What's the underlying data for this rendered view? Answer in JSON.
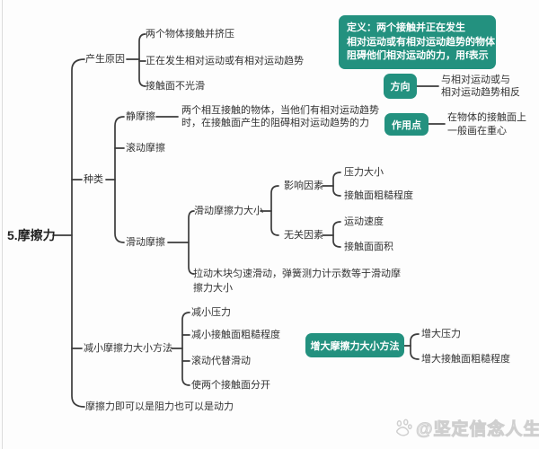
{
  "accent_color": "#23917f",
  "line_color": "#3b3b3b",
  "root": {
    "label": "5.摩擦力"
  },
  "causes": {
    "label": "产生原因",
    "children": [
      "两个物体接触并挤压",
      "正在发生相对运动或有相对运动趋势",
      "接触面不光滑"
    ]
  },
  "types": {
    "label": "种类",
    "static_friction": {
      "label": "静摩擦",
      "desc_lines": [
        "两个相互接触的物体，当他们有相对运动趋势",
        "时，在接触面产生的阻碍相对运动趋势的力"
      ]
    },
    "rolling_friction": {
      "label": "滚动摩擦"
    },
    "sliding_friction": {
      "label": "滑动摩擦",
      "magnitude": {
        "label": "滑动摩擦力大小",
        "influence": {
          "label": "影响因素",
          "children": [
            "压力大小",
            "接触面粗糙程度"
          ]
        },
        "irrelevant": {
          "label": "无关因素",
          "children": [
            "运动速度",
            "接触面面积"
          ]
        }
      },
      "measure_lines": [
        "拉动木块匀速滑动，弹簧测力计示数等于滑动摩",
        "擦力大小"
      ]
    }
  },
  "reduce": {
    "label": "减小摩擦力大小方法",
    "children": [
      "减小压力",
      "减小接触面粗糙程度",
      "滚动代替滑动",
      "使两个接触面分开"
    ]
  },
  "note": "摩擦力即可以是阻力也可以是动力",
  "definition_box": {
    "lines": [
      "定义：两个接触并正在发生",
      "相对运动或有相对运动趋势的物体",
      "阻碍他们相对运动的力，用f表示"
    ]
  },
  "direction": {
    "label": "方向",
    "desc_lines": [
      "与相对运动或与",
      "相对运动趋势相反"
    ]
  },
  "action_point": {
    "label": "作用点",
    "desc_lines": [
      "在物体的接触面上",
      "一般画在重心"
    ]
  },
  "increase": {
    "label": "增大摩擦力大小方法",
    "children": [
      "增大压力",
      "增大接触面粗糙程度"
    ]
  },
  "watermark": {
    "text": "@坚定信念人生",
    "icon": "paw-icon"
  }
}
